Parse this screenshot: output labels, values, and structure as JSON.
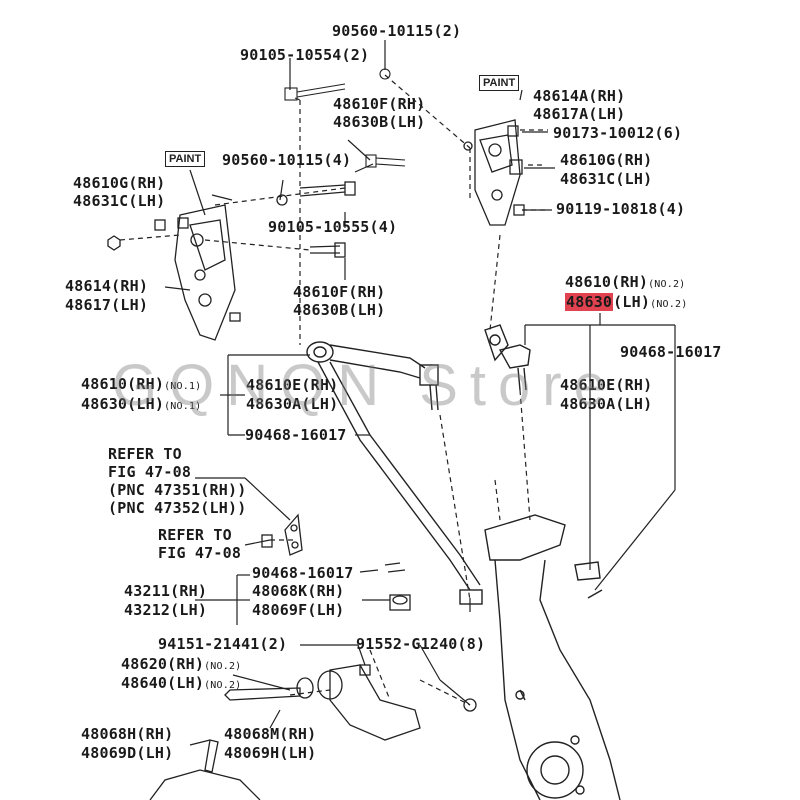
{
  "watermark": "GQNQN Store",
  "paint_labels": [
    "PAINT",
    "PAINT"
  ],
  "labels": {
    "p90560_top": "90560-10115(2)",
    "p90105_10554": "90105-10554(2)",
    "p48610F_top": "48610F(RH)",
    "p48630B_top": "48630B(LH)",
    "p48614A": "48614A(RH)",
    "p48617A": "48617A(LH)",
    "p90173": "90173-10012(6)",
    "p48610G_r": "48610G(RH)",
    "p48631C_r": "48631C(LH)",
    "p90119": "90119-10818(4)",
    "p90560_mid": "90560-10115(4)",
    "p48610G_l": "48610G(RH)",
    "p48631C_l": "48631C(LH)",
    "p90105_10555": "90105-10555(4)",
    "p48614": "48614(RH)",
    "p48617": "48617(LH)",
    "p48610F_mid": "48610F(RH)",
    "p48630B_mid": "48630B(LH)",
    "p48610_no2": "48610(RH)",
    "p48630_no2_num": "48630",
    "p48630_no2_side": "(LH)",
    "no2": "(NO.2)",
    "p90468_r": "90468-16017",
    "p48610_no1": "48610(RH)",
    "p48630_no1": "48630(LH)",
    "no1": "(NO.1)",
    "p48610E_l": "48610E(RH)",
    "p48630A_l": "48630A(LH)",
    "p48610E_r": "48610E(RH)",
    "p48630A_r": "48630A(LH)",
    "p90468_mid": "90468-16017",
    "refer1_a": "REFER TO",
    "refer1_b": "FIG 47-08",
    "refer1_c": "(PNC 47351(RH))",
    "refer1_d": "(PNC 47352(LH))",
    "refer2_a": "REFER TO",
    "refer2_b": "FIG 47-08",
    "p90468_low": "90468-16017",
    "p43211": "43211(RH)",
    "p43212": "43212(LH)",
    "p48068K": "48068K(RH)",
    "p48069F": "48069F(LH)",
    "p94151": "94151-21441(2)",
    "p91552": "91552-G1240(8)",
    "p48620": "48620(RH)",
    "p48640": "48640(LH)",
    "p48068H": "48068H(RH)",
    "p48069D": "48069D(LH)",
    "p48068M": "48068M(RH)",
    "p48069H": "48069H(LH)"
  },
  "colors": {
    "highlight": "#e0424f",
    "ink": "#1a1a1a"
  }
}
